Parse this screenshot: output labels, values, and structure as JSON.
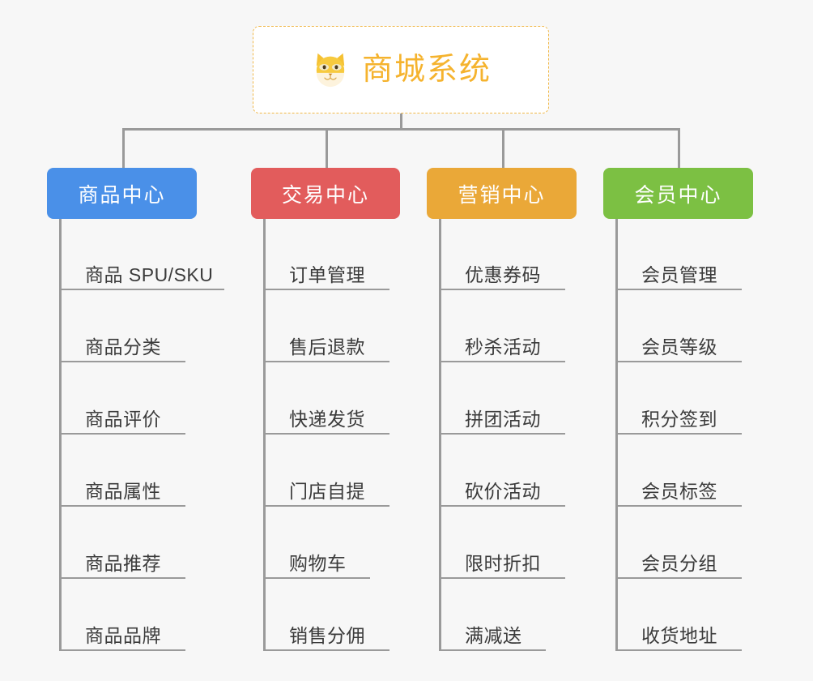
{
  "page": {
    "background": "#f7f7f7",
    "connector_color": "#9a9a9a"
  },
  "root": {
    "title": "商城系统",
    "icon": "shiba-dog-icon",
    "text_color": "#f5b32e",
    "border_color": "#f0b849",
    "background": "#ffffff"
  },
  "columns": [
    {
      "id": "product-center",
      "label": "商品中心",
      "color": "#4a90e8",
      "items": [
        "商品 SPU/SKU",
        "商品分类",
        "商品评价",
        "商品属性",
        "商品推荐",
        "商品品牌"
      ]
    },
    {
      "id": "trade-center",
      "label": "交易中心",
      "color": "#e25c5c",
      "items": [
        "订单管理",
        "售后退款",
        "快递发货",
        "门店自提",
        "购物车",
        "销售分佣"
      ]
    },
    {
      "id": "marketing-center",
      "label": "营销中心",
      "color": "#eaa838",
      "items": [
        "优惠券码",
        "秒杀活动",
        "拼团活动",
        "砍价活动",
        "限时折扣",
        "满减送"
      ]
    },
    {
      "id": "member-center",
      "label": "会员中心",
      "color": "#7cc043",
      "items": [
        "会员管理",
        "会员等级",
        "积分签到",
        "会员标签",
        "会员分组",
        "收货地址"
      ]
    }
  ]
}
